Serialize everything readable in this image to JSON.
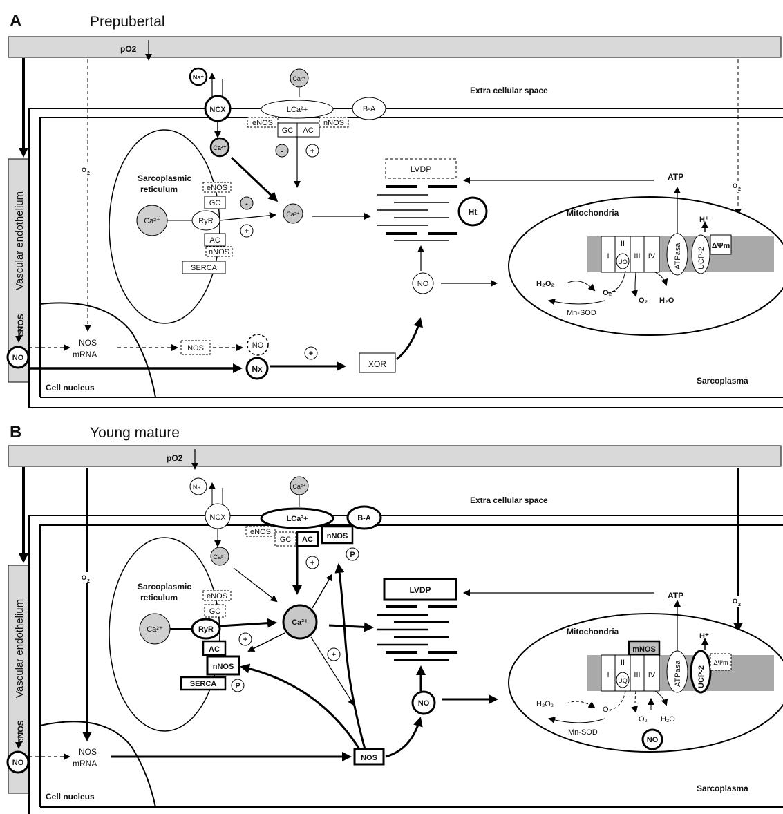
{
  "panels": [
    {
      "letter": "A",
      "title": "Prepubertal",
      "po2": "pO2",
      "extracellular": "Extra cellular space",
      "vascular": "Vascular endothelium",
      "enos_vert": "eNOS",
      "no": "NO",
      "o2_left": "O",
      "o2_right": "O",
      "o2_sub": "2",
      "na": "Na⁺",
      "ncx": "NCX",
      "ca_ext": "Ca²⁺",
      "ca_in": "Ca²⁺",
      "lca": "LCa²+",
      "ba": "B-A",
      "enos": "eNOS",
      "nnos": "nNOS",
      "gc": "GC",
      "ac": "AC",
      "minus": "-",
      "plus": "+",
      "sr_title": "Sarcoplasmic",
      "sr_title2": "reticulum",
      "sr_ca": "Ca²⁺",
      "ryr": "RyR",
      "serca": "SERCA",
      "ca_center": "Ca²⁺",
      "lvdp": "LVDP",
      "ht": "Ht",
      "atp": "ATP",
      "mito": "Mitochondria",
      "h": "H⁺",
      "psi": "ΔΨm",
      "complex": [
        "I",
        "II",
        "III",
        "IV"
      ],
      "ucp_inner": "UQ",
      "atpasa": "ATPasa",
      "ucp2": "UCP-2",
      "h2o2": "H₂O₂",
      "o2m": "O₂⁻",
      "o2b": "O₂",
      "h2o": "H₂O",
      "mnsod": "Mn-SOD",
      "nos_mrna": "NOS",
      "nos_mrna2": "mRNA",
      "nos_box": "NOS",
      "no_dash": "NO",
      "nx": "Nx",
      "xor": "XOR",
      "nucleus": "Cell nucleus",
      "sarcoplasma": "Sarcoplasma"
    },
    {
      "letter": "B",
      "title": "Young mature",
      "po2": "pO2",
      "extracellular": "Extra cellular space",
      "vascular": "Vascular endothelium",
      "enos_vert": "eNOS",
      "no": "NO",
      "o2_left": "O",
      "o2_right": "O",
      "o2_sub": "2",
      "na": "Na⁺",
      "ncx": "NCX",
      "ca_ext": "Ca²⁺",
      "ca_in": "Ca²⁺",
      "lca": "LCa²+",
      "ba": "B-A",
      "enos": "eNOS",
      "nnos": "nNOS",
      "gc": "GC",
      "ac": "AC",
      "plus": "+",
      "p": "P",
      "sr_title": "Sarcoplasmic",
      "sr_title2": "reticulum",
      "sr_ca": "Ca²⁺",
      "ryr": "RyR",
      "serca": "SERCA",
      "ca_center": "Ca²⁺",
      "lvdp": "LVDP",
      "atp": "ATP",
      "mito": "Mitochondria",
      "mnos": "mNOS",
      "h": "H⁺",
      "psi": "ΔΨm",
      "complex": [
        "I",
        "II",
        "III",
        "IV"
      ],
      "ucp_inner": "UQ",
      "atpasa": "ATPasa",
      "ucp2": "UCP-2",
      "h2o2": "H₂O₂",
      "o2m": "O₂⁻",
      "o2b": "O₂",
      "h2o": "H₂O",
      "mnsod": "Mn-SOD",
      "no_mito": "NO",
      "no_center": "NO",
      "nos_mrna": "NOS",
      "nos_mrna2": "mRNA",
      "nos_box": "NOS",
      "nucleus": "Cell nucleus",
      "sarcoplasma": "Sarcoplasma"
    }
  ]
}
